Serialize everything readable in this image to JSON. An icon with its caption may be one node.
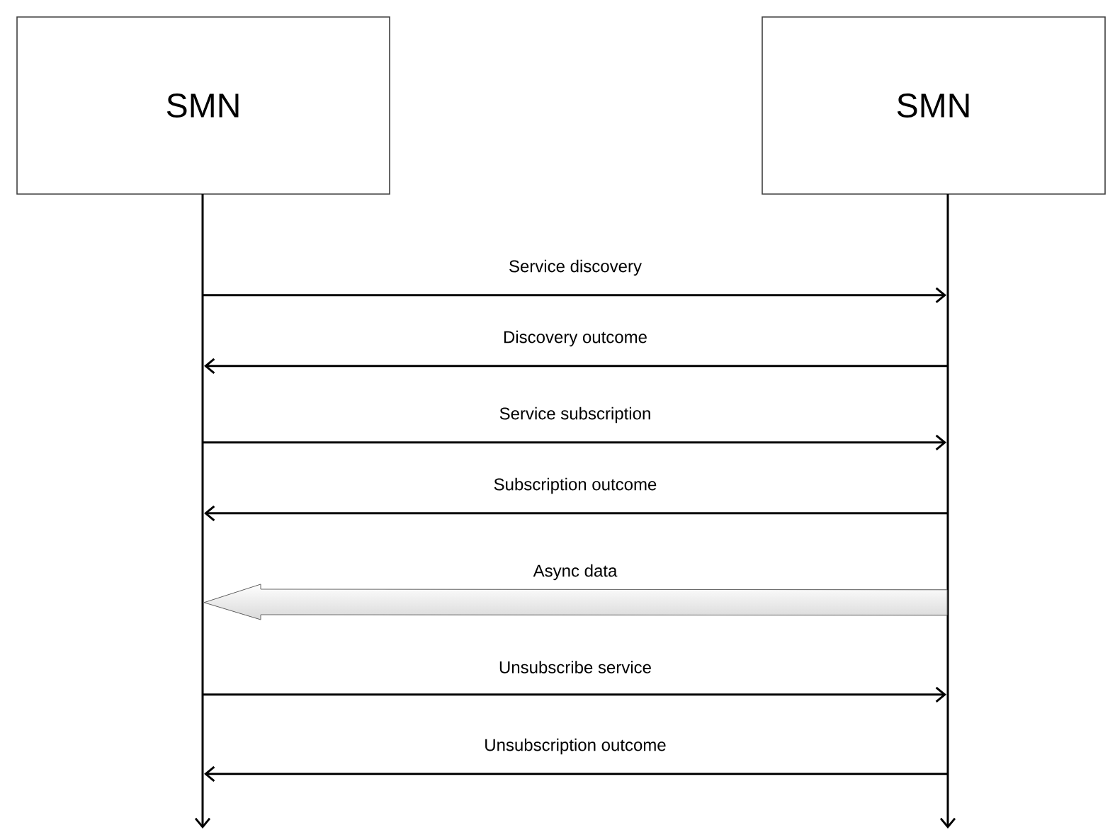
{
  "diagram": {
    "nodes": [
      {
        "text": [
          "SMN"
        ]
      },
      {
        "text": [
          "SMN"
        ]
      }
    ],
    "edges": [
      {
        "from": 0,
        "to": 1,
        "arrow": "to",
        "label": "Service discovery"
      },
      {
        "from": 1,
        "to": 0,
        "arrow": "to",
        "label": "Discovery outcome"
      },
      {
        "from": 0,
        "to": 1,
        "arrow": "to",
        "label": "Service subscription"
      },
      {
        "from": 1,
        "to": 0,
        "arrow": "to",
        "label": "Subscription outcome"
      },
      {
        "from": 1,
        "to": 0,
        "arrow": "to",
        "label": "Async data",
        "style": "thick",
        "color": "#d9d9d9"
      },
      {
        "from": 0,
        "to": 1,
        "arrow": "to",
        "label": "Unsubscribe service"
      },
      {
        "from": 1,
        "to": 0,
        "arrow": "to",
        "label": "Unsubscription outcome"
      }
    ]
  }
}
